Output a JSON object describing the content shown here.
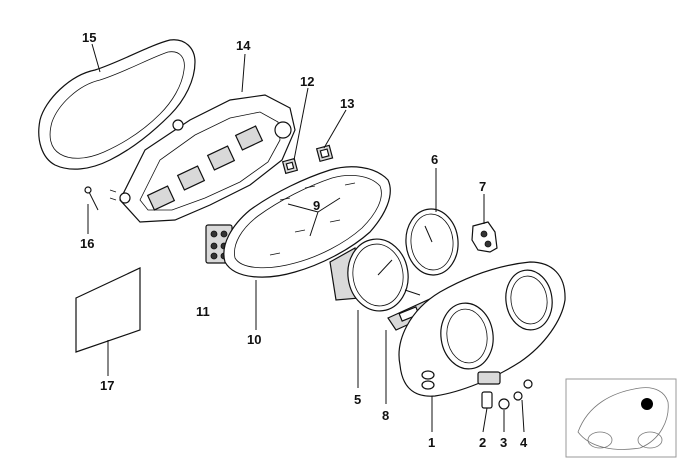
{
  "diagram": {
    "callouts": [
      {
        "id": "c15",
        "label": "15"
      },
      {
        "id": "c14",
        "label": "14"
      },
      {
        "id": "c12",
        "label": "12"
      },
      {
        "id": "c13",
        "label": "13"
      },
      {
        "id": "c6",
        "label": "6"
      },
      {
        "id": "c7",
        "label": "7"
      },
      {
        "id": "c9",
        "label": "9"
      },
      {
        "id": "c16",
        "label": "16"
      },
      {
        "id": "c11",
        "label": "11"
      },
      {
        "id": "c10",
        "label": "10"
      },
      {
        "id": "c5",
        "label": "5"
      },
      {
        "id": "c8",
        "label": "8"
      },
      {
        "id": "c1",
        "label": "1"
      },
      {
        "id": "c2",
        "label": "2"
      },
      {
        "id": "c3",
        "label": "3"
      },
      {
        "id": "c4",
        "label": "4"
      },
      {
        "id": "c17",
        "label": "17"
      }
    ]
  }
}
